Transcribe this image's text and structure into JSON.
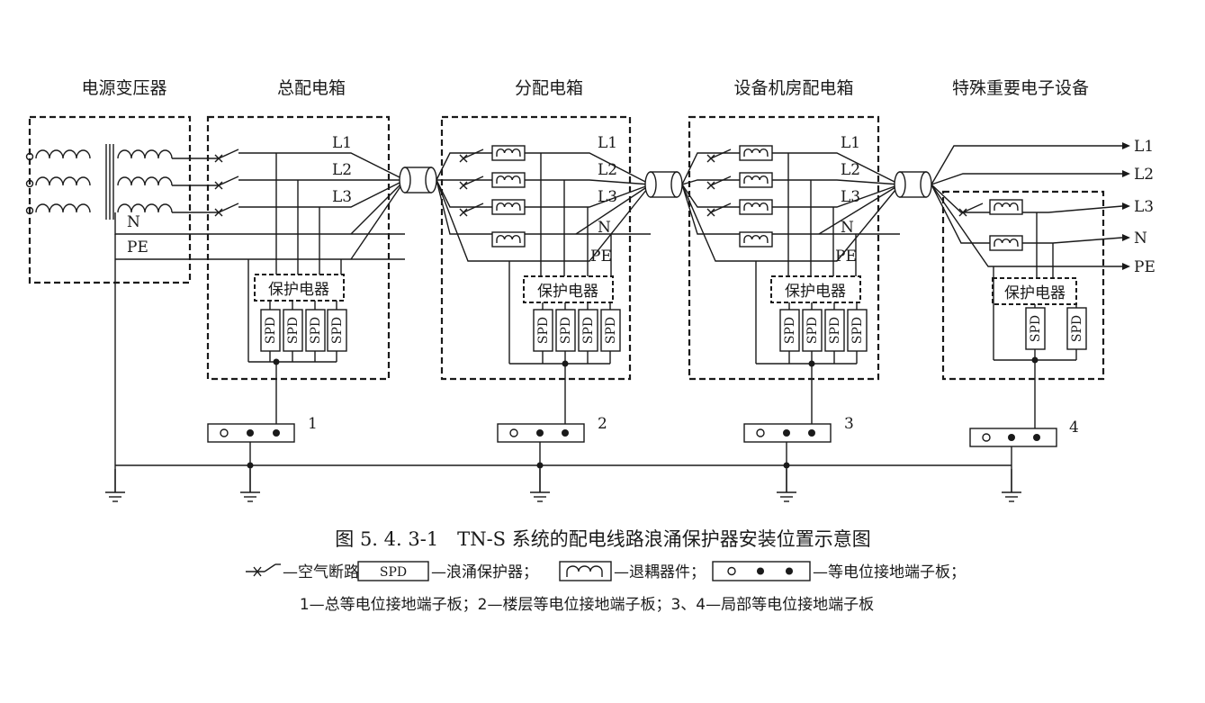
{
  "headers": {
    "transformer": "电源变压器",
    "main_box": "总配电箱",
    "sub_box": "分配电箱",
    "room_box": "设备机房配电箱",
    "special": "特殊重要电子设备"
  },
  "lines": {
    "l1": "L1",
    "l2": "L2",
    "l3": "L3",
    "n": "N",
    "pe": "PE"
  },
  "devices": {
    "spd": "SPD",
    "protector": "保护电器"
  },
  "terminal_numbers": [
    "1",
    "2",
    "3",
    "4"
  ],
  "caption": "图 5. 4. 3-1　TN-S 系统的配电线路浪涌保护器安装位置示意图",
  "legend": {
    "breaker": "—空气断路器；",
    "spd": "—浪涌保护器；",
    "decoupler": "—退耦器件；",
    "terminal": "—等电位接地端子板；",
    "numbers": "1—总等电位接地端子板；2—楼层等电位接地端子板；3、4—局部等电位接地端子板"
  }
}
